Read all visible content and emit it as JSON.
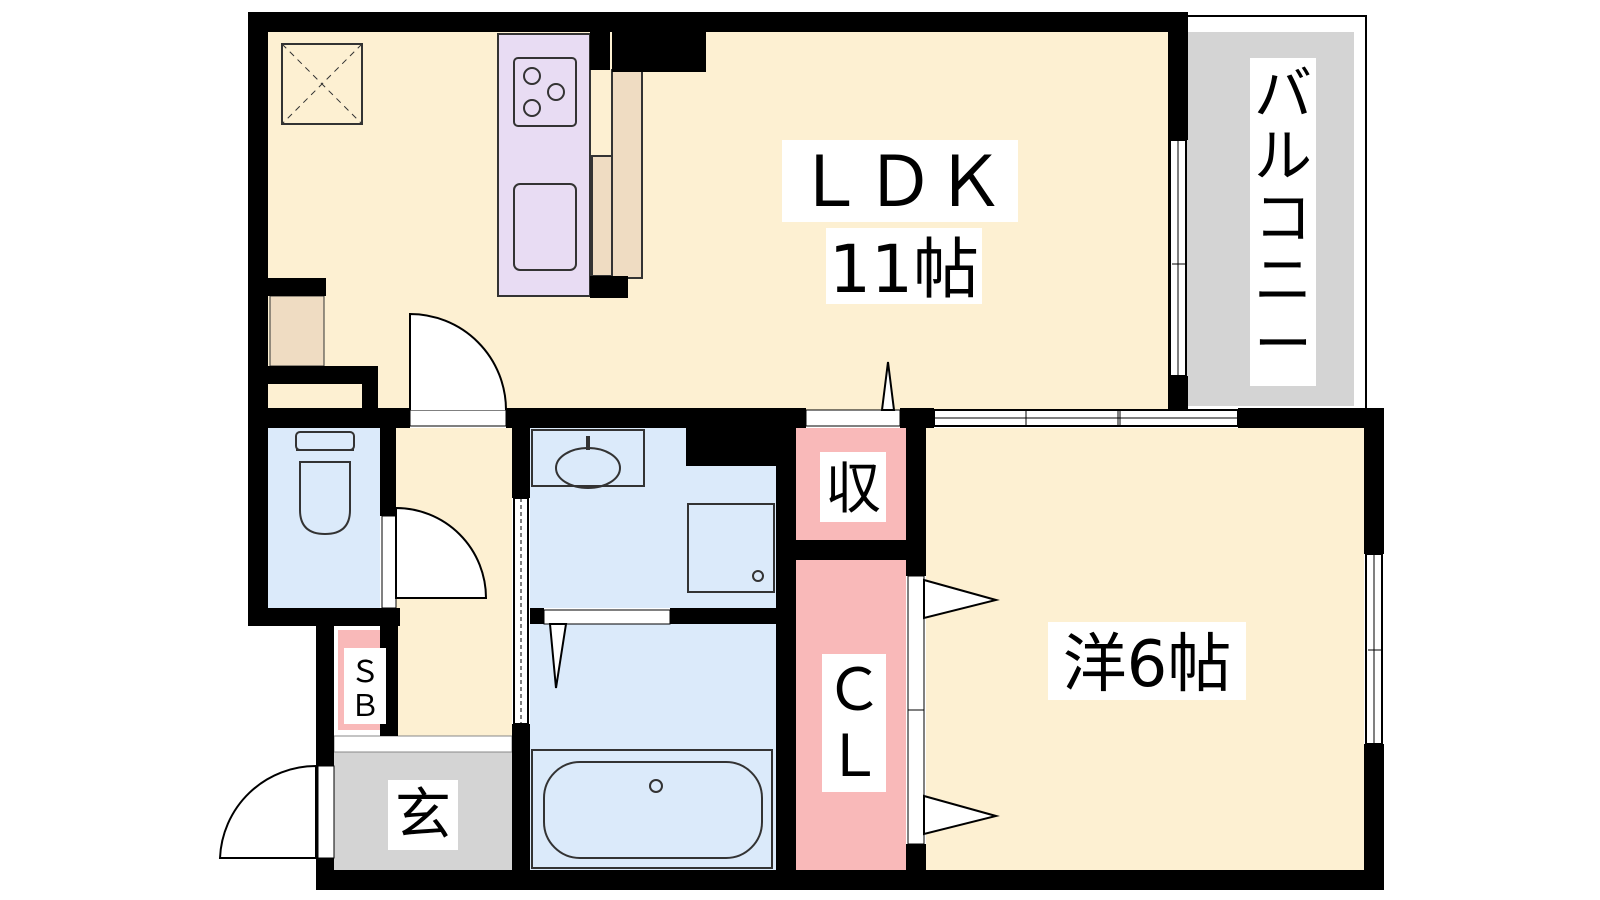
{
  "floor_plan": {
    "rooms": {
      "ldk": {
        "name": "ＬＤＫ",
        "size": "11帖"
      },
      "western": {
        "size": "洋6帖"
      },
      "balcony": {
        "chars": [
          "バ",
          "ル",
          "コ",
          "ニ",
          "ー"
        ]
      },
      "storage": {
        "label": "収"
      },
      "closet": {
        "chars": [
          "Ｃ",
          "Ｌ"
        ]
      },
      "shoebox": {
        "chars": [
          "Ｓ",
          "Ｂ"
        ]
      },
      "entrance": {
        "label": "玄"
      }
    },
    "colors": {
      "ldk": "#fdf0d2",
      "western": "#fdf0d2",
      "wet_area": "#dbeafa",
      "balcony": "#d4d4d4",
      "entrance": "#d4d4d4",
      "storage": "#f9b9b9",
      "kitchen": "#e8dcf3",
      "counter": "#efdcc2",
      "wall": "#000000"
    }
  }
}
